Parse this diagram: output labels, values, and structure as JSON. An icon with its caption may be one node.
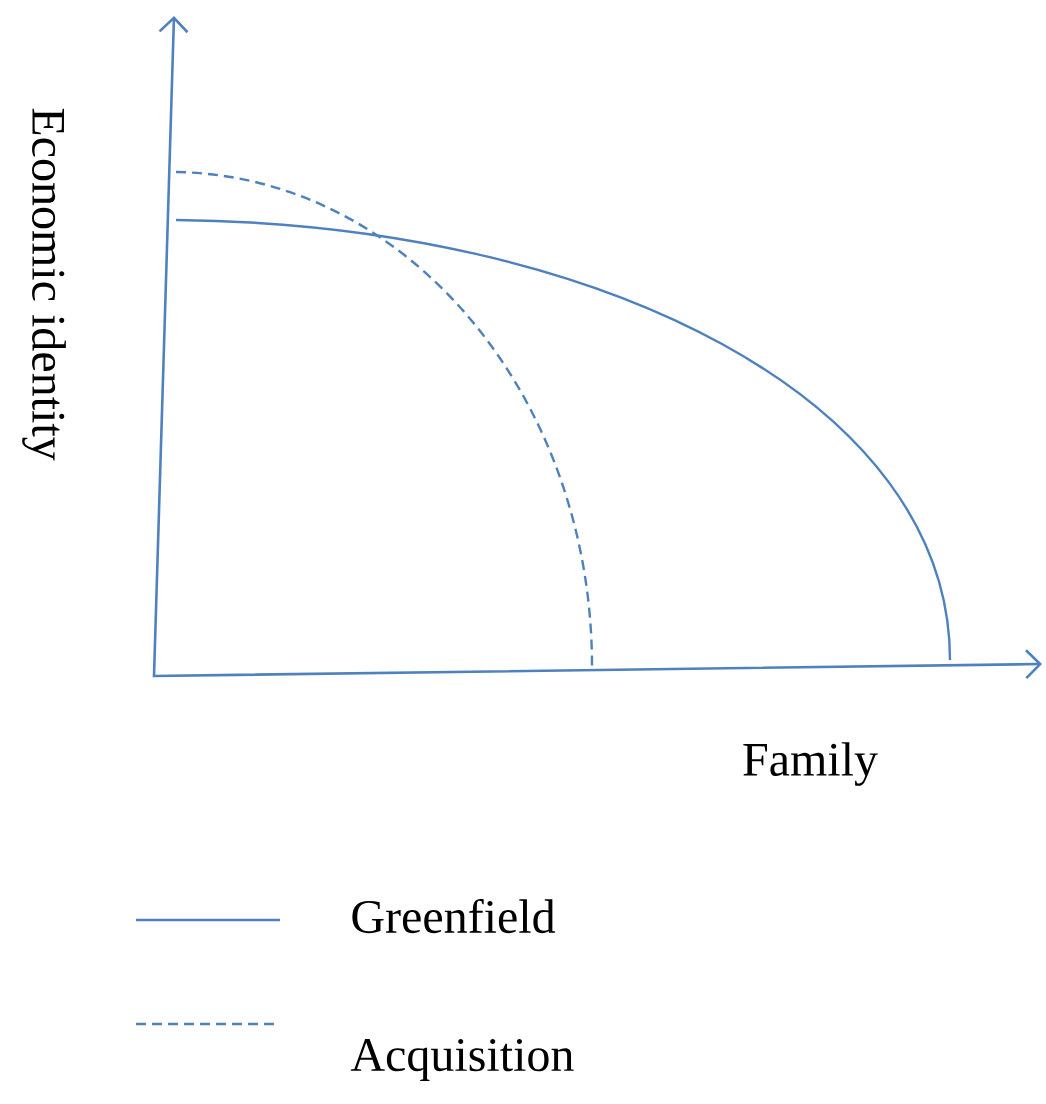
{
  "diagram": {
    "labels": [
      "Economic identity",
      "Family"
    ],
    "legend": [
      {
        "text": "Greenfield"
      },
      {
        "text": "Acquisition"
      }
    ]
  }
}
